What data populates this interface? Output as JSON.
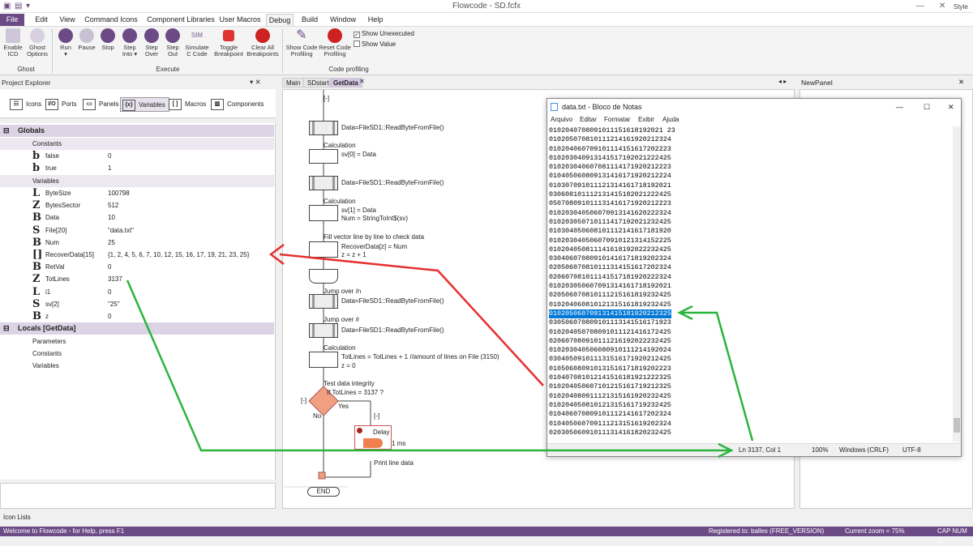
{
  "title_bar": {
    "title": "Flowcode - SD.fcfx",
    "help_label": "Style"
  },
  "menu": [
    "File",
    "Edit",
    "View",
    "Command Icons",
    "Component Libraries",
    "User Macros",
    "Debug",
    "Build",
    "Window",
    "Help"
  ],
  "ribbon": {
    "ghost_group": "Ghost",
    "execute_group": "Execute",
    "profiling_group": "Code profiling",
    "buttons": [
      {
        "l1": "Enable",
        "l2": "ICD"
      },
      {
        "l1": "Ghost",
        "l2": "Options"
      },
      {
        "l1": "Run",
        "l2": "▾"
      },
      {
        "l1": "Pause",
        "l2": ""
      },
      {
        "l1": "Stop",
        "l2": ""
      },
      {
        "l1": "Step",
        "l2": "Into ▾"
      },
      {
        "l1": "Step",
        "l2": "Over"
      },
      {
        "l1": "Step",
        "l2": "Out"
      },
      {
        "l1": "Simulate",
        "l2": "C Code"
      },
      {
        "l1": "Toggle",
        "l2": "Breakpoint"
      },
      {
        "l1": "Clear All",
        "l2": "Breakpoints"
      },
      {
        "l1": "Show Code",
        "l2": "Profiling"
      },
      {
        "l1": "Reset Code",
        "l2": "Profiling"
      }
    ],
    "sim_badge": "SIM",
    "show_unexecuted": "Show Unexecuted",
    "show_value": "Show Value"
  },
  "project_explorer": {
    "title": "Project Explorer",
    "tabs": [
      "Icons",
      "Ports",
      "Panels",
      "Variables",
      "Macros",
      "Components"
    ],
    "globals": "Globals",
    "constants": "Constants",
    "variables": "Variables",
    "locals": "Locals [GetData]",
    "parameters": "Parameters",
    "local_constants": "Constants",
    "local_variables": "Variables",
    "const_rows": [
      {
        "name": "false",
        "value": "0",
        "t": "b"
      },
      {
        "name": "true",
        "value": "1",
        "t": "b"
      }
    ],
    "var_rows": [
      {
        "name": "ByteSize",
        "value": "100798",
        "t": "L"
      },
      {
        "name": "BytesSector",
        "value": "512",
        "t": "Z"
      },
      {
        "name": "Data",
        "value": "10",
        "t": "B"
      },
      {
        "name": "File[20]",
        "value": "\"data.txt\"",
        "t": "S"
      },
      {
        "name": "Num",
        "value": "25",
        "t": "B"
      },
      {
        "name": "RecoverData[15]",
        "value": "{1, 2, 4, 5, 6, 7, 10, 12, 15, 16, 17, 19, 21, 23, 25}",
        "t": "[]"
      },
      {
        "name": "RetVal",
        "value": "0",
        "t": "B"
      },
      {
        "name": "TotLines",
        "value": "3137",
        "t": "Z"
      },
      {
        "name": "i1",
        "value": "0",
        "t": "L"
      },
      {
        "name": "sv[2]",
        "value": "\"25\"",
        "t": "S"
      },
      {
        "name": "z",
        "value": "0",
        "t": "B"
      }
    ]
  },
  "icon_lists": "Icon Lists",
  "status": {
    "left": "Welcome to Flowcode - for Help, press F1",
    "registered": "Registered to: balles (FREE_VERSION)",
    "zoom": "Current zoom = 75%",
    "caps": "CAP  NUM  S"
  },
  "doc_tabs": [
    "Main",
    "SDstart",
    "GetData"
  ],
  "new_panel": "NewPanel",
  "flow": {
    "read1": "Data=FileSD1::ReadByteFromFile()",
    "calc1_t": "Calculation",
    "calc1_b": "sv[0] = Data",
    "read2": "Data=FileSD1::ReadByteFromFile()",
    "calc2_t": "Calculation",
    "calc2_b1": "sv[1] = Data",
    "calc2_b2": "Num = StringToInt$(sv)",
    "calc3_t": "Fill vector line by line to check data",
    "calc3_b1": "RecoverData[z] = Num",
    "calc3_b2": "z = z + 1",
    "jump_n": "Jump over /n",
    "read3": "Data=FileSD1::ReadByteFromFile()",
    "jump_r": "Jump over /r",
    "read4": "Data=FileSD1::ReadByteFromFile()",
    "calc4_t": "Calculation",
    "calc4_b1": "TotLines = TotLines + 1 //amount of lines on File (3150)",
    "calc4_b2": "z = 0",
    "dec_t": "Test data integrity",
    "dec_b": "If  TotLines = 3137 ?",
    "yes": "Yes",
    "no": "No",
    "delay": "Delay",
    "delay_v": "1 ms",
    "print": "Print line data",
    "end": "END",
    "collapse": "[-]"
  },
  "notepad": {
    "title": "data.txt - Bloco de Notas",
    "menu": [
      "Arquivo",
      "Editar",
      "Formatar",
      "Exibir",
      "Ajuda"
    ],
    "lines": [
      "0102040708091011151618192021 23",
      "010205070810111214161920212324",
      "010204060709101114151617202223",
      "010203040913141517192021222425",
      "010203040607081114171920212223",
      "010405060809131416171920212224",
      "010307091011121314161718192021",
      "030608101112131415182021222425",
      "050708091011131416171920212223",
      "010203040506070913141620222324",
      "010203050710111417192021232425",
      "010304050608101112141617181920",
      "010203040506070910121314152225",
      "010204050811141618192022232425",
      "030406070809101416171819202324",
      "020506070810111314151617202324",
      "020607081011141517181920222324",
      "010203050607091314161718192021",
      "020506070810111215161819232425",
      "010204060810121315161819232425",
      "010205060709131415181920212325",
      "030506070809101113141516171923",
      "010204050708091011121416172425",
      "020607080910111216192022232425",
      "010203040506080910111214192024",
      "030405091011131516171920212425",
      "010506080910131516171819202223",
      "010407081012141516181921222325",
      "010204050607101215161719212325",
      "010204080911121315161920232425",
      "010204050810121315161719232425",
      "010406070809101112141617202324",
      "010405060709111213151619202324",
      "020305060910111314161820232425"
    ],
    "selected_index": 20,
    "status_pos": "Ln 3137, Col 1",
    "status_zoom": "100%",
    "status_eol": "Windows (CRLF)",
    "status_enc": "UTF-8"
  }
}
